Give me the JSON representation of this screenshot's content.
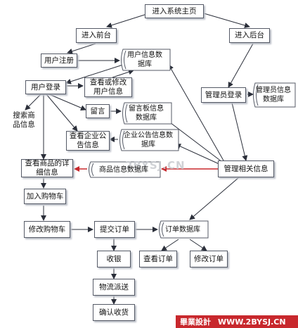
{
  "nodes": {
    "home": "进入系统主页",
    "front": "进入前台",
    "back": "进入后台",
    "register": "用户注册",
    "user_db": "用户信息数据库",
    "login": "用户登录",
    "view_edit_user": "查看或修改用户信息",
    "search": "搜索商品信息",
    "message": "留言",
    "msg_db": "留言板信息数据库",
    "notice": "查看企业公告信息",
    "notice_db": "企业公告信息数据库",
    "goods_detail": "查看商品的详细信息",
    "goods_db": "商品信息数据库",
    "admin_login": "管理员登录",
    "admin_db": "管理员信息数据库",
    "manage": "管理相关信息",
    "add_cart": "加入购物车",
    "edit_cart": "修改购物车",
    "submit_order": "提交订单",
    "order_db": "订单数据库",
    "view_order": "查看订单",
    "edit_order": "修改订单",
    "cashier": "收银",
    "delivery": "物流派送",
    "confirm": "确认收货"
  },
  "watermark": "2BYSJ.CN",
  "footer": {
    "brand": "畢業設計",
    "site": "WWW.2BYSJ.CN"
  },
  "colors": {
    "line": "#2b2f3a",
    "highlight_arrow": "#c8282d",
    "footer": "#c8282d",
    "box_border": "#555a66"
  }
}
